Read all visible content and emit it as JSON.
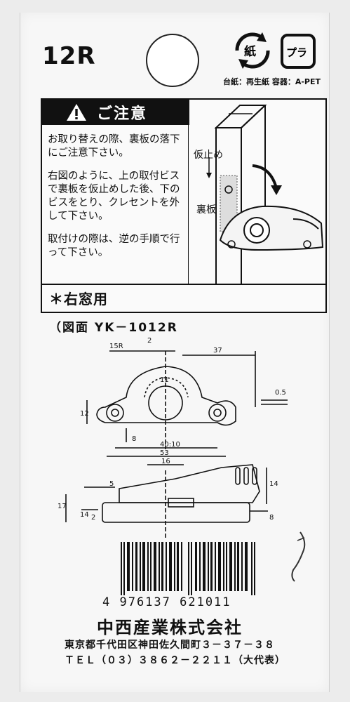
{
  "product": {
    "model": "12R",
    "recycle_mark_paper": "紙",
    "recycle_mark_plastic": "プラ",
    "material_line": "台紙：再生紙 容器：A-PET"
  },
  "notice": {
    "title": "ご注意",
    "paragraph1": "お取り替えの際、裏板の落下にご注意下さい。",
    "paragraph2": "右図のように、上の取付ビスで裏板を仮止めした後、下のビスをとり、クレセントを外して下さい。",
    "paragraph3": "取付けの際は、逆の手順で行って下さい。",
    "figure_label_temp": "仮止め",
    "figure_label_plate": "裏板",
    "right_window": "＊右窓用"
  },
  "drawing": {
    "title": "（図面 YK－1012R",
    "dims": [
      "15R",
      "2",
      "37",
      "11",
      "0.5",
      "12",
      "8",
      "40:10",
      "53",
      "16",
      "5",
      "14",
      "17",
      "14",
      "2",
      "8"
    ]
  },
  "barcode": {
    "digits": "4 976137 621011"
  },
  "company": {
    "name": "中西産業株式会社",
    "address": "東京都千代田区神田佐久間町３－３７－３８",
    "tel": "ＴＥＬ（０３）３８６２－２２１１（大代表）"
  }
}
